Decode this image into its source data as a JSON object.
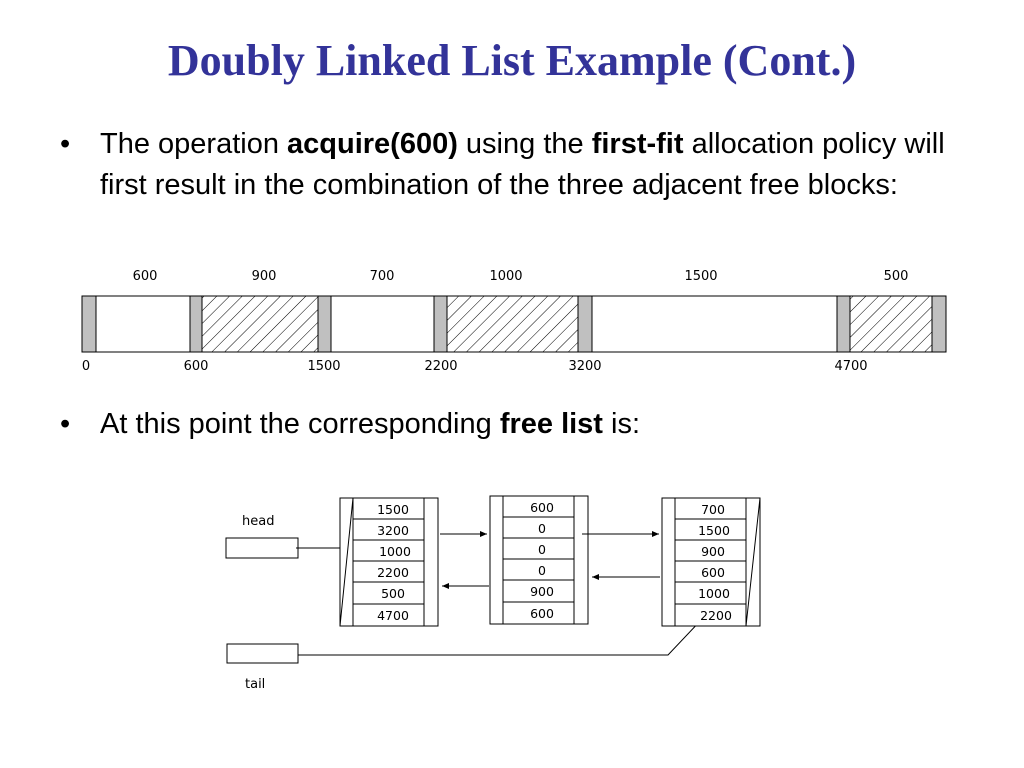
{
  "title": "Doubly Linked List Example (Cont.)",
  "bullets": [
    {
      "symbol": "•",
      "before": "The operation ",
      "op": "acquire(600)",
      "middle": " using the ",
      "policy": "first-fit",
      "after": " allocation policy will first result in the combination of the three adjacent free blocks:"
    },
    {
      "symbol": "•",
      "before": "At this point the corresponding ",
      "term": "free list",
      "after": " is:"
    }
  ],
  "memory": {
    "sizes": [
      "600",
      "900",
      "700",
      "1000",
      "1500",
      "500"
    ],
    "addresses": [
      "0",
      "600",
      "1500",
      "2200",
      "3200",
      "4700"
    ],
    "colors": {
      "tag": "#c0c0c0",
      "border": "#000000",
      "hatch": "#000000"
    }
  },
  "free_list": {
    "head_label": "head",
    "tail_label": "tail",
    "nodes": [
      {
        "cells": [
          "1500",
          "3200",
          "1000",
          "2200",
          "500",
          "4700"
        ]
      },
      {
        "cells": [
          "600",
          "0",
          "0",
          "0",
          "900",
          "600"
        ]
      },
      {
        "cells": [
          "700",
          "1500",
          "900",
          "600",
          "1000",
          "2200"
        ]
      }
    ]
  }
}
